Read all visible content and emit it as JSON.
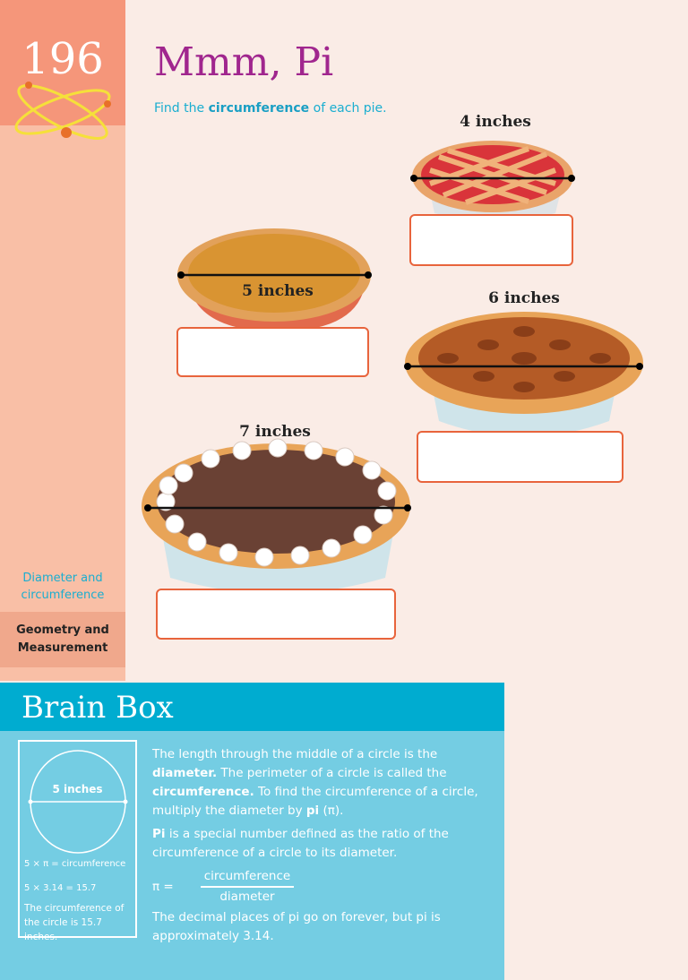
{
  "page_number": "196",
  "title": "Mmm, Pi",
  "instruction": {
    "pre": "Find the ",
    "bold": "circumference",
    "post": " of each pie."
  },
  "sidebar": {
    "topic": "Diameter and circumference",
    "section": "Geometry and Measurement"
  },
  "pies": [
    {
      "label": "4 inches",
      "answer": ""
    },
    {
      "label": "5 inches",
      "answer": ""
    },
    {
      "label": "6 inches",
      "answer": ""
    },
    {
      "label": "7 inches",
      "answer": ""
    }
  ],
  "brain_box": {
    "title": "Brain Box",
    "figure": {
      "label": "5 inches",
      "eq1": "5 × π = circumference",
      "eq2": "5 × 3.14 = 15.7",
      "result": "The circumference of the circle is 15.7 inches."
    },
    "p1": {
      "a": "The length through the middle of a circle is the ",
      "b": "diameter.",
      "c": " The perimeter of a circle is called the ",
      "d": "circumference.",
      "e": " To find the circumference of a circle, multiply the diameter by ",
      "f": "pi",
      "g": " (π)."
    },
    "p2": {
      "a": "Pi",
      "b": " is a special number defined as the ratio of the circumference of a circle to its diameter."
    },
    "formula": {
      "lhs": "π =",
      "num": "circumference",
      "den": "diameter"
    },
    "p3": "The decimal places of pi go on forever, but pi is approximately 3.14."
  }
}
